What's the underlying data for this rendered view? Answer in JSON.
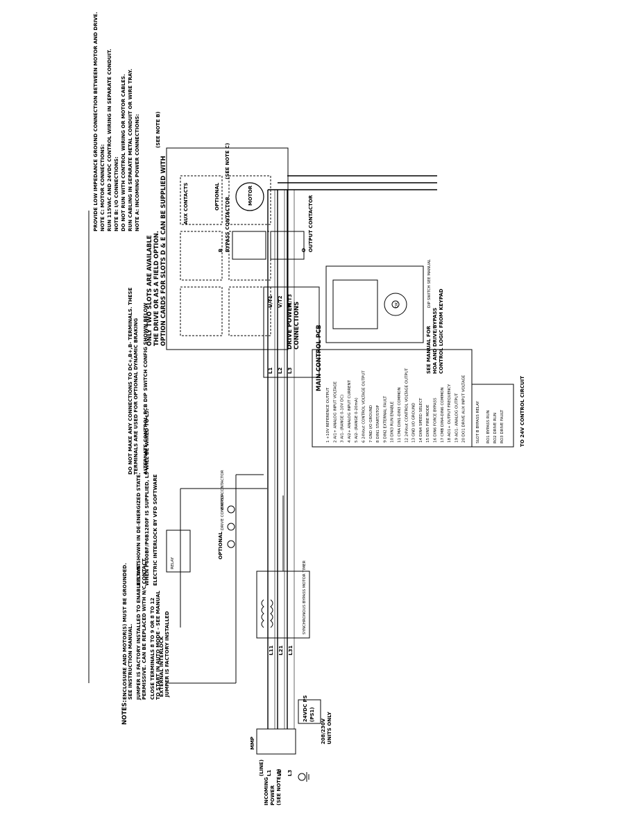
{
  "incoming": {
    "label": "INCOMING",
    "label2": "POWER",
    "note": "(SEE NOTE A)",
    "supply": "(LINE)",
    "lines": [
      "L1",
      "L2",
      "L3"
    ]
  },
  "disconnect": {
    "label": "MMP"
  },
  "bus": {
    "l11": "L11",
    "l21": "L21",
    "l31": "L31"
  },
  "ps": {
    "label": "24VDC PS",
    "label2": "(PS1)",
    "note": "208/230V",
    "note2": "UNITS ONLY"
  },
  "bypass": {
    "xfmr": "SYNCHRONOUS BYPASS MOTOR TIMER",
    "optional": "OPTIONAL",
    "relay": "RELAY",
    "drive_contactor": "DRIVE CONTACTOR",
    "bypass_contactor": "BYPASS CONTACTOR",
    "interlock": "EXTERNAL INTERLOCK",
    "interlock2": "JUMPER IS FACTORY INSTALLED"
  },
  "notes": {
    "header": "NOTES:",
    "items": [
      "ENCLOSURE AND MOTOR(S) MUST BE GROUNDED.",
      "SEE INSTRUCTION MANUAL.",
      "JUMPER IS FACTORY INSTALLED TO ENABLE START",
      "PERMISSIVE. CAN BE REPLACED WITH N/C CONTACT.",
      "CLOSE TERMINALS 8 TO 9 OR 8 TO 12",
      "TO START IN AUTO MODE - SEE MANUAL",
      "RELAYS SHOWN IN DE-ENERGIZED STATE.",
      "WHEN P600BF/P6B1280F IS SUPPLIED, L3 WILL BE WIRED TO L3.",
      "ELECTRIC INTERLOCK BY VFD SOFTWARE",
      "DO NOT MAKE ANY CONNECTIONS TO DC+,B+,B- TERMINALS. THESE",
      "TERMINALS ARE USED FOR OPTIONAL DYNAMIC BRAKING",
      "ALTERNATE CONTROL PCB DIP SWITCH CONFIG SHOWN BELOW"
    ]
  },
  "pcb": {
    "title": "MAIN CONTROL PCB",
    "rows": [
      "1  +10V   REFERENCE OUTPUT",
      "2  AI1+   ANALOG INPUT VOLTAGE",
      "3  AI1-   (RANGE 0-10V DC)",
      "4  AI2+   ANALOG INPUT CURRENT",
      "5  AI2-   (RANGE 0-20mA)",
      "6  24Vout CONTROL VOLTAGE OUTPUT",
      "7  GND    I/O GROUND",
      "8  DIN1   START/STOP",
      "9  DIN2   EXTERNAL FAULT",
      "10 DIN3   RUN ENABLE",
      "11 CMA    DIN1-DIN3 COMMON",
      "12 24Vout CONTROL VOLTAGE OUTPUT",
      "13 GND    I/O GROUND",
      "14 DIN4   SPEED SELECT",
      "15 DIN5   FIRE MODE",
      "16 DIN6   FORCE BYPASS",
      "17 CMB    DIN4-DIN6 COMMON",
      "18 AO1+   OUTPUT FREQUENCY",
      "19 AO1-   ANALOG OUTPUT",
      "20 DO1    DRIVE AUX INPUT VOLTAGE"
    ]
  },
  "keypad": {
    "ok": "OK",
    "note": "SEE MANUAL FOR",
    "note2": "HOA AND DRIVE/BYPASS",
    "note3": "CONTROL LOGIC FROM KEYPAD",
    "dip": "DIP SWITCH SEE MANUAL"
  },
  "drive_power": {
    "title": "DRIVE POWER",
    "title2": "CONNECTIONS",
    "inputs": [
      "L1",
      "L2",
      "L3"
    ],
    "outputs": [
      "U/T1",
      "V/T2",
      "W/T3"
    ]
  },
  "output": {
    "bypass": "B",
    "bypass2": "BYPASS CONTACTOR",
    "output": "O",
    "output2": "OUTPUT CONTACTOR",
    "motor": "MOTOR",
    "motor_note": "(SEE NOTE C)",
    "aux": "OPTIONAL",
    "aux2": "AUX CONTACTS"
  },
  "options": {
    "header": "OPTION CARDS FOR SLOTS D & E CAN BE SUPPLIED WITH",
    "header2": "THE DRIVE OR AS A FIELD OPTION.",
    "header3": "ONLY TWO SLOTS ARE AVAILABLE",
    "see_note": "(SEE NOTE B)"
  },
  "conn_notes": [
    "NOTE A: INCOMING POWER CONNECTIONS:",
    "RUN CABLING IN SEPARATE METAL CONDUIT OR WIRE TRAY.",
    "DO NOT RUN WITH CONTROL WIRING OR MOTOR CABLES.",
    "NOTE B: I/O CONNECTIONS:",
    "RUN 115VAC AND 24VDC CONTROL WIRING IN SEPARATE CONDUIT.",
    "NOTE C: MOTOR CONNECTIONS:",
    "PROVIDE LOW IMPEDANCE GROUND CONNECTION BETWEEN MOTOR AND DRIVE."
  ],
  "relay_board": {
    "title": "SLOT B BYPASS RELAY",
    "lines": [
      "RO1 BYPASS RUN",
      "RO2 DRIVE RUN",
      "RO3 DRIVE FAULT"
    ],
    "to": "TO 24V CONTROL CIRCUIT"
  }
}
